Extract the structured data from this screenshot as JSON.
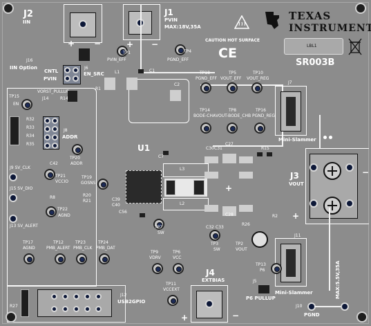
{
  "connectors": {
    "j2": {
      "ref": "J2",
      "name": "IIN"
    },
    "j1": {
      "ref": "J1",
      "name": "PVIN",
      "rating": "MAX:18V,35A"
    },
    "j3": {
      "ref": "J3",
      "name": "VOUT",
      "rating": "MAX:5.5V,35A"
    },
    "j4": {
      "ref": "J4",
      "name": "EXTBIAS"
    },
    "j12": {
      "ref": "J12",
      "name": "USB2GPIO"
    }
  },
  "logo": {
    "line1": "TEXAS",
    "line2": "INSTRUMENTS",
    "color": "#111111"
  },
  "board": {
    "label": "LBL1",
    "part": "SR003B",
    "caution": "CAUTION HOT SURFACE",
    "ce": "CE",
    "main_ic": "U1"
  },
  "jumpers": {
    "j16": {
      "ref": "J16",
      "label": "IIN Option"
    },
    "j6": {
      "ref": "J6",
      "label": "EN_SRC"
    },
    "cntl": "CNTL",
    "pvin": "PVIN",
    "vorst": "VORST_PULLUP",
    "j14": "J14",
    "j8": {
      "ref": "J8",
      "label": "ADDR"
    },
    "j5": {
      "ref": "J5",
      "label": "P6 PULLUP"
    },
    "j10": {
      "ref": "J10",
      "label": "PGND"
    },
    "j7": {
      "ref": "J7",
      "label": "Mini-Slammer"
    },
    "j11": {
      "ref": "J11",
      "label": "Mini-Slammer"
    }
  },
  "test_points": [
    {
      "ref": "TP1",
      "label": "PVIN_EFF"
    },
    {
      "ref": "TP4",
      "label": "PGND_EFF"
    },
    {
      "ref": "TP18",
      "label": "PGND_EFF"
    },
    {
      "ref": "TP5",
      "label": "VOUT_EFF"
    },
    {
      "ref": "TP10",
      "label": "VOUT_REG"
    },
    {
      "ref": "TP14",
      "label": "BODE-CHA"
    },
    {
      "ref": "TP8",
      "label": "VOUT-BODE_CHB"
    },
    {
      "ref": "TP16",
      "label": "PGND_REG"
    },
    {
      "ref": "TP15",
      "label": "EN"
    },
    {
      "ref": "TP20",
      "label": "ADDR"
    },
    {
      "ref": "TP21",
      "label": "VCCIO"
    },
    {
      "ref": "TP19",
      "label": "GOSNS"
    },
    {
      "ref": "TP22",
      "label": "AGND"
    },
    {
      "ref": "TP17",
      "label": "AGND"
    },
    {
      "ref": "TP12",
      "label": "PMB_ALERT"
    },
    {
      "ref": "TP23",
      "label": "PMB_CLK"
    },
    {
      "ref": "TP24",
      "label": "PMB_DAT"
    },
    {
      "ref": "TP7",
      "label": "SW"
    },
    {
      "ref": "TP9",
      "label": "VDRV"
    },
    {
      "ref": "TP6",
      "label": "VCC"
    },
    {
      "ref": "TP3",
      "label": "SW"
    },
    {
      "ref": "TP2",
      "label": "VOUT"
    },
    {
      "ref": "TP13",
      "label": "P6"
    },
    {
      "ref": "TP11",
      "label": "VCCEXT"
    }
  ],
  "signals": {
    "j9": "J9 SV_CLK",
    "j15": "J15 SV_DIO",
    "j13": "J13 SV_ALERT"
  },
  "components": {
    "l1": "L1",
    "l2": "L2",
    "l3": "L3",
    "c1": "C1",
    "c2": "C2",
    "c7": "C7",
    "c42": "C42",
    "c39": "C39",
    "c40": "C40",
    "c56": "C56",
    "c27": "C27",
    "c28": "C28",
    "c30": "C30",
    "c31": "C31",
    "c32": "C32",
    "c33": "C33",
    "r1": "R1",
    "r14": "R14",
    "r32": "R32",
    "r33": "R33",
    "r34": "R34",
    "r35": "R35",
    "r20": "R20",
    "r21": "R21",
    "r8": "R8",
    "r27": "R27",
    "r26": "R26",
    "r2": "R2",
    "r15": "R15"
  },
  "polarity": {
    "plus": "+",
    "minus": "−"
  },
  "colors": {
    "board": "#8c8c8c",
    "silk": "#ffffff",
    "copper": "#c8c8c8",
    "via": "#1c2a55"
  }
}
